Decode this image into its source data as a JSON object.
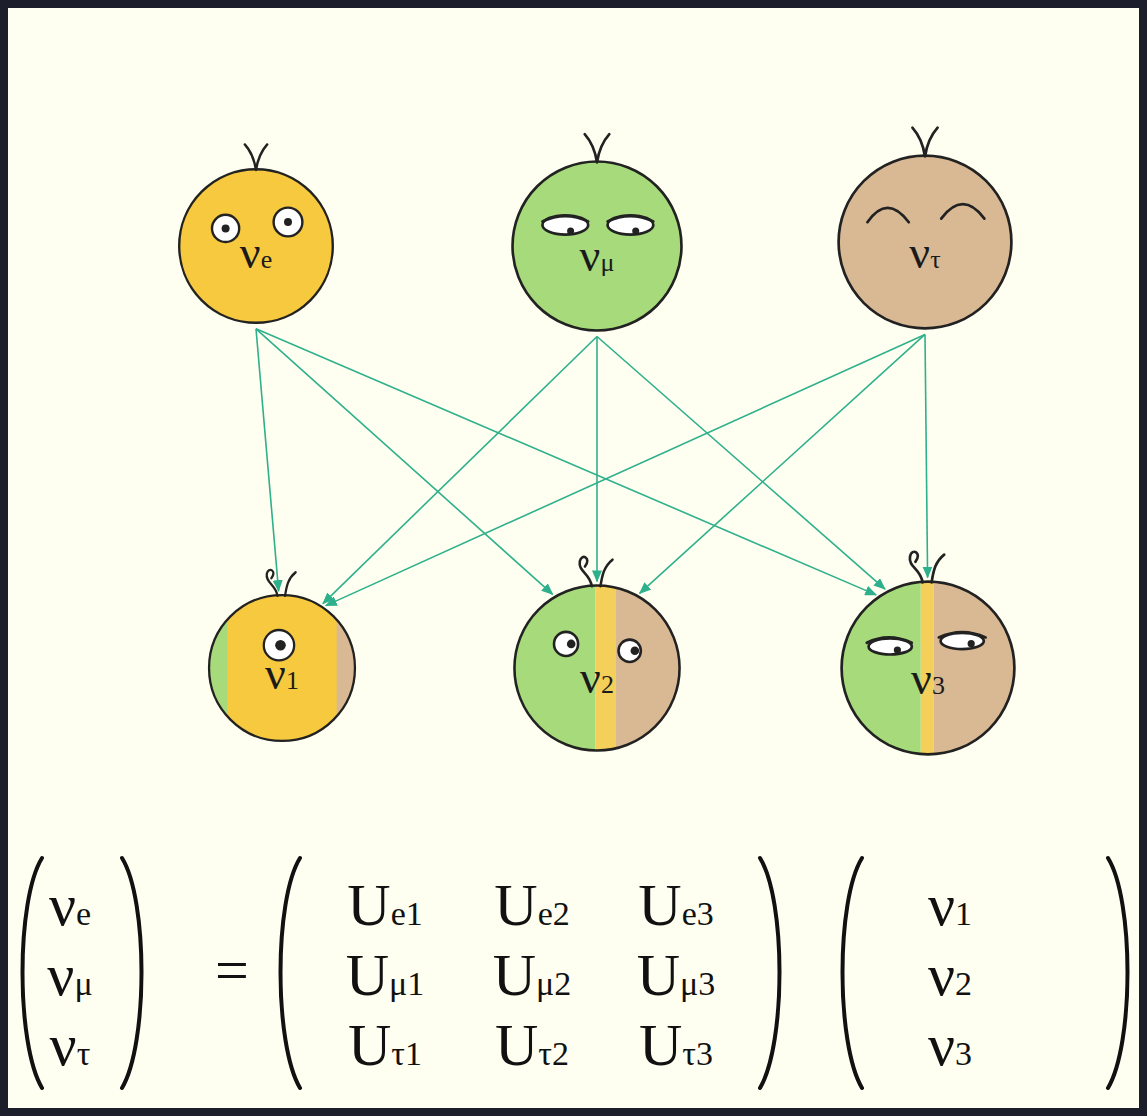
{
  "diagram": {
    "nodes": [
      {
        "text": [
          "νe"
        ]
      },
      {
        "text": [
          "νμ"
        ]
      },
      {
        "text": [
          "ντ"
        ]
      },
      {
        "text": [
          "ν1"
        ]
      },
      {
        "text": [
          "ν2"
        ]
      },
      {
        "text": [
          "ν3"
        ]
      }
    ],
    "edges": [
      {
        "from": 0,
        "to": 3,
        "arrow": "to"
      },
      {
        "from": 0,
        "to": 4,
        "arrow": "to"
      },
      {
        "from": 0,
        "to": 5,
        "arrow": "to"
      },
      {
        "from": 1,
        "to": 3,
        "arrow": "to"
      },
      {
        "from": 1,
        "to": 4,
        "arrow": "to"
      },
      {
        "from": 1,
        "to": 5,
        "arrow": "to"
      },
      {
        "from": 2,
        "to": 3,
        "arrow": "to"
      },
      {
        "from": 2,
        "to": 4,
        "arrow": "to"
      },
      {
        "from": 2,
        "to": 5,
        "arrow": "to"
      }
    ],
    "labels": [
      "νe",
      "νμ",
      "ντ",
      "=",
      "Ue1",
      "Ue2",
      "Ue3",
      "Uμ1",
      "Uμ2",
      "Uμ3",
      "Uτ1",
      "Uτ2",
      "Uτ3",
      "ν1",
      "ν2",
      "ν3"
    ]
  }
}
